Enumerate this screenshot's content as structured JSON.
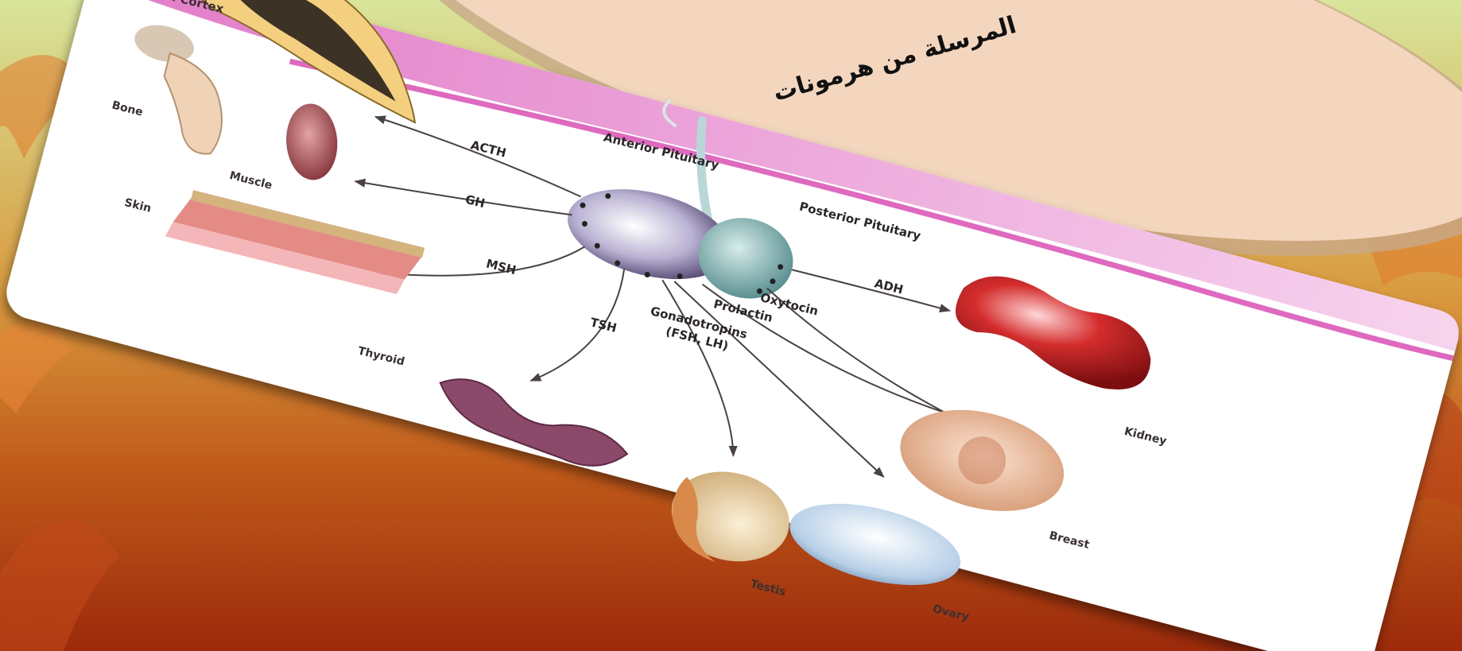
{
  "slide": {
    "title_text": "المرسلة من هرمونات",
    "colors": {
      "background_top": "#d8e59b",
      "background_bottom": "#9c2a0b",
      "oval": "#f3d6bd",
      "accent": "#e06cc4"
    }
  },
  "diagram": {
    "center_labels": {
      "anterior_pituitary": "Anterior Pituitary",
      "posterior_pituitary": "Posterior Pituitary"
    },
    "hormones": {
      "acth": "ACTH",
      "gh": "GH",
      "msh": "MSH",
      "tsh": "TSH",
      "gonadotropins": "Gonadotropins",
      "fsh_lh": "(FSH, LH)",
      "prolactin": "Prolactin",
      "oxytocin": "Oxytocin",
      "adh": "ADH"
    },
    "organs": {
      "adrenal_cortex": "Adrenal Cortex",
      "bone": "Bone",
      "muscle": "Muscle",
      "skin": "Skin",
      "thyroid": "Thyroid",
      "testis": "Testis",
      "ovary": "Ovary",
      "breast": "Breast",
      "kidney": "Kidney"
    }
  }
}
